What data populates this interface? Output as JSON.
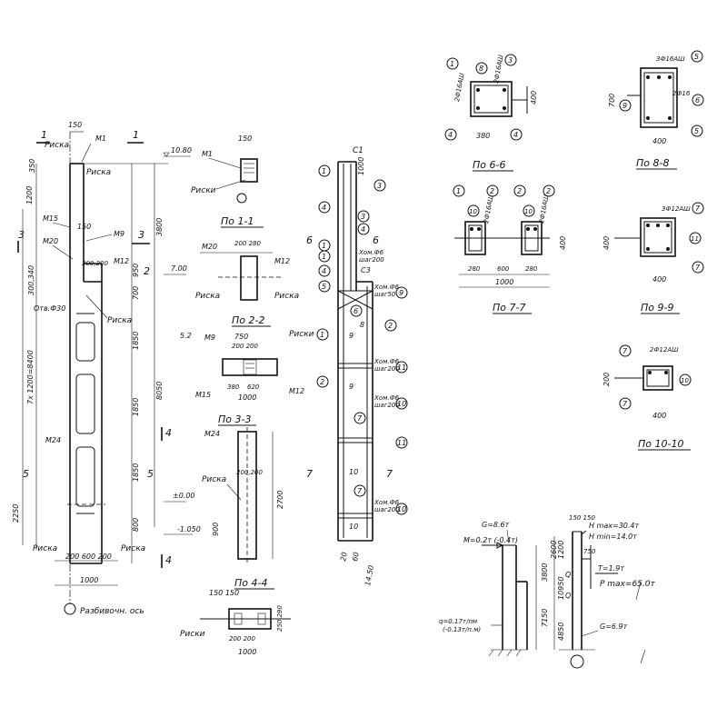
{
  "elevation": {
    "risk": "Риска",
    "risk_lower": "Риски",
    "m1": "М1",
    "m9": "М9",
    "m12": "М12",
    "m15": "М15",
    "m20": "М20",
    "m24": "М24",
    "level_top": "10.80",
    "level_crane": "7.00",
    "level_zero": "±0.00",
    "level_bottom": "-1.050",
    "hole": "Отв.Ф30",
    "dim_150": "150",
    "dim_350": "350",
    "dim_1200": "1200",
    "dim_3800": "3800",
    "dim_700": "700",
    "dim_950": "950",
    "dim_300_340": "300,340",
    "dim_1850a": "1850",
    "dim_1850b": "1850",
    "dim_1850c": "1850",
    "dim_8050": "8050",
    "dim_800": "800",
    "dim_2250": "2250",
    "dim_7x1200": "7x 1200=8400",
    "dim_200_200": "200,200",
    "dim_bottom": "200 600 200",
    "dim_1000": "1000",
    "axis": "Разбивочн. ось",
    "sec1": "1",
    "sec2": "2",
    "sec3": "3",
    "sec4": "4",
    "sec5": "5"
  },
  "sections": {
    "s11": "По 1-1",
    "s22": "По 2-2",
    "s33": "По 3-3",
    "s44": "По 4-4",
    "s66": "По 6-6",
    "s77": "По 7-7",
    "s88": "По 8-8",
    "s99": "По 9-9",
    "s1010": "По 10-10",
    "d750": "750",
    "d200_200": "200 200",
    "d200_280": "200 280",
    "d380": "380",
    "d620": "620",
    "d1000": "1000",
    "d400": "400",
    "d280": "280",
    "d600": "600",
    "d200": "200",
    "d2700": "2700",
    "d900": "900",
    "d200_200_b": "200,200",
    "d150": "150",
    "d150_150": "150 150",
    "d250_290": "250 290",
    "bars_66a": "2Ф16АШ",
    "bars_66b": "2Ф16АШ",
    "bars_88a": "3Ф16АШ",
    "bars_88b": "2Ф16",
    "bars_77": "2Ф16АШ",
    "bars_99": "3Ф12АШ",
    "bars_1010": "2Ф12АШ"
  },
  "rebar": {
    "c1": "С1",
    "c3": "С3",
    "step_a": "Хом.Ф6",
    "step_b": "шаг200",
    "step_c": "шаг50",
    "sec6": "6",
    "sec7": "7",
    "n1": "1",
    "n2": "2",
    "n3": "3",
    "n4": "4",
    "n5": "5",
    "n6": "6",
    "n7": "7",
    "n8": "8",
    "n9": "9",
    "n10": "10",
    "n11": "11"
  },
  "loads": {
    "g": "G=8.6т",
    "h_max": "H max=30.4т",
    "h_min": "H min=14.0т",
    "m": "М=0.2т (-0.4т)",
    "t": "Т=1.9т",
    "p_max": "Р max=65.0т",
    "q": "q=0.17т/пм",
    "q2": "(-0.13т/п.м)",
    "g2": "G=6.9т",
    "d3800": "3800",
    "d10950": "10950",
    "d7150": "7150",
    "d4850": "4850",
    "d2600": "2600",
    "d1200": "1200",
    "d150_150": "150 150",
    "d750": "750",
    "qi": "Q"
  },
  "notes": {
    "hand1": "5.2",
    "hand2": "20",
    "hand3": "60",
    "hand4": "14.50"
  }
}
